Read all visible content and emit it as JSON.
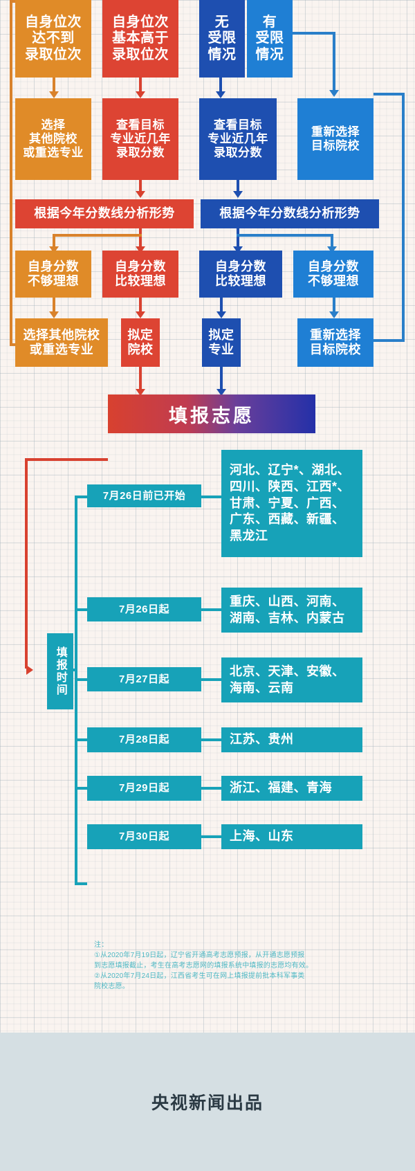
{
  "colors": {
    "orange": "#e08b28",
    "red": "#dd4433",
    "dark_blue": "#1e4fb0",
    "blue": "#1f7fd4",
    "teal": "#17a2b8",
    "paper_bg": "#faf4f0",
    "footer_bg": "#d5dfe3",
    "note_text": "#4fb8c4",
    "footer_text": "#2b3a44"
  },
  "flow": {
    "row1": [
      {
        "id": "rank-below",
        "text": "自身位次\n达不到\n录取位次",
        "color": "orange"
      },
      {
        "id": "rank-above",
        "text": "自身位次\n基本高于\n录取位次",
        "color": "red"
      },
      {
        "id": "no-restriction",
        "text": "无\n受限\n情况",
        "color": "dark_blue"
      },
      {
        "id": "has-restriction",
        "text": "有\n受限\n情况",
        "color": "blue"
      }
    ],
    "row2": [
      {
        "id": "choose-other-school",
        "text": "选择\n其他院校\n或重选专业",
        "color": "orange"
      },
      {
        "id": "check-major-scores-red",
        "text": "查看目标\n专业近几年\n录取分数",
        "color": "red"
      },
      {
        "id": "check-major-scores-blue",
        "text": "查看目标\n专业近几年\n录取分数",
        "color": "dark_blue"
      },
      {
        "id": "reselect-target-school",
        "text": "重新选择\n目标院校",
        "color": "blue"
      }
    ],
    "row3": [
      {
        "id": "analyze-red",
        "text": "根据今年分数线分析形势",
        "color": "red"
      },
      {
        "id": "analyze-blue",
        "text": "根据今年分数线分析形势",
        "color": "dark_blue"
      }
    ],
    "row4": [
      {
        "id": "score-not-ideal-orange",
        "text": "自身分数\n不够理想",
        "color": "orange"
      },
      {
        "id": "score-ideal-red",
        "text": "自身分数\n比较理想",
        "color": "red"
      },
      {
        "id": "score-ideal-blue",
        "text": "自身分数\n比较理想",
        "color": "dark_blue"
      },
      {
        "id": "score-not-ideal-blue",
        "text": "自身分数\n不够理想",
        "color": "blue"
      }
    ],
    "row5": [
      {
        "id": "choose-other-school-2",
        "text": "选择其他院校\n或重选专业",
        "color": "orange"
      },
      {
        "id": "draft-school",
        "text": "拟定\n院校",
        "color": "red"
      },
      {
        "id": "draft-major",
        "text": "拟定\n专业",
        "color": "dark_blue"
      },
      {
        "id": "reselect-target-school-2",
        "text": "重新选择\n目标院校",
        "color": "blue"
      }
    ]
  },
  "banner": {
    "label": "填报志愿"
  },
  "timeline": {
    "side_label": "填报时间",
    "rows": [
      {
        "date": "7月26日前已开始",
        "provinces": "河北、辽宁*、湖北、\n四川、陕西、江西*、\n甘肃、宁夏、广西、\n广东、西藏、新疆、\n黑龙江"
      },
      {
        "date": "7月26日起",
        "provinces": "重庆、山西、河南、\n湖南、吉林、内蒙古"
      },
      {
        "date": "7月27日起",
        "provinces": "北京、天津、安徽、\n海南、云南"
      },
      {
        "date": "7月28日起",
        "provinces": "江苏、贵州"
      },
      {
        "date": "7月29日起",
        "provinces": "浙江、福建、青海"
      },
      {
        "date": "7月30日起",
        "provinces": "上海、山东"
      }
    ]
  },
  "notes": {
    "title": "注：",
    "lines": [
      "①从2020年7月19日起，辽宁省开通高考志愿预报，从开通志愿预报",
      "到志愿填报截止，考生在高考志愿网的填报系统中填报的志愿均有效。",
      "②从2020年7月24日起，江西省考生可在网上填报提前批本科军事类",
      "院校志愿。"
    ]
  },
  "footer": {
    "text": "央视新闻出品"
  }
}
